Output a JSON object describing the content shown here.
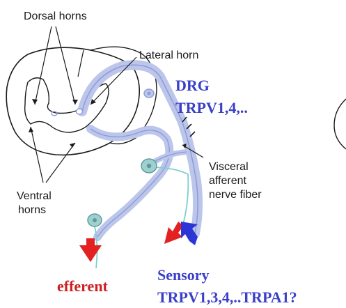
{
  "labels": {
    "dorsal_horns": "Dorsal horns",
    "lateral_horn": "Lateral horn",
    "ventral_horns_line1": "Ventral",
    "ventral_horns_line2": "horns",
    "visceral_line1": "Visceral",
    "visceral_line2": "afferent",
    "visceral_line3": "nerve fiber",
    "drg_line1": "DRG",
    "drg_line2": "TRPV1,4,..",
    "sensory_line1": "Sensory",
    "sensory_line2": "TRPV1,3,4,..TRPA1?",
    "efferent": "efferent"
  },
  "colors": {
    "outline": "#1a1a1a",
    "nerve_fill": "#bcc6ea",
    "nerve_line": "#8f9ad8",
    "ganglion_fill": "#9fd0d0",
    "teal_fiber": "#7ecfd0",
    "efferent_arrow": "#e32121",
    "sensory_arrow": "#2d35d6",
    "blue_text": "#3a3fc8",
    "red_text": "#cc1f1f"
  }
}
